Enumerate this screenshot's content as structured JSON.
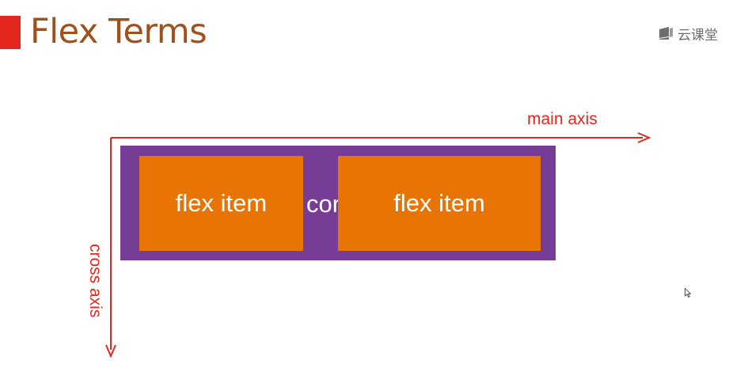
{
  "header": {
    "title": "Flex Terms",
    "brand": {
      "icon": "cloud-classroom-icon",
      "text": "云课堂"
    },
    "accent_color": "#e3261e",
    "title_color": "#a0501a"
  },
  "diagram": {
    "container_label": "cor",
    "items": [
      {
        "label": "flex item"
      },
      {
        "label": "flex item"
      }
    ],
    "main_axis_label": "main axis",
    "cross_axis_label": "cross axis",
    "container_color": "#773d96",
    "item_color": "#e87503",
    "axis_color": "#e3261e"
  }
}
